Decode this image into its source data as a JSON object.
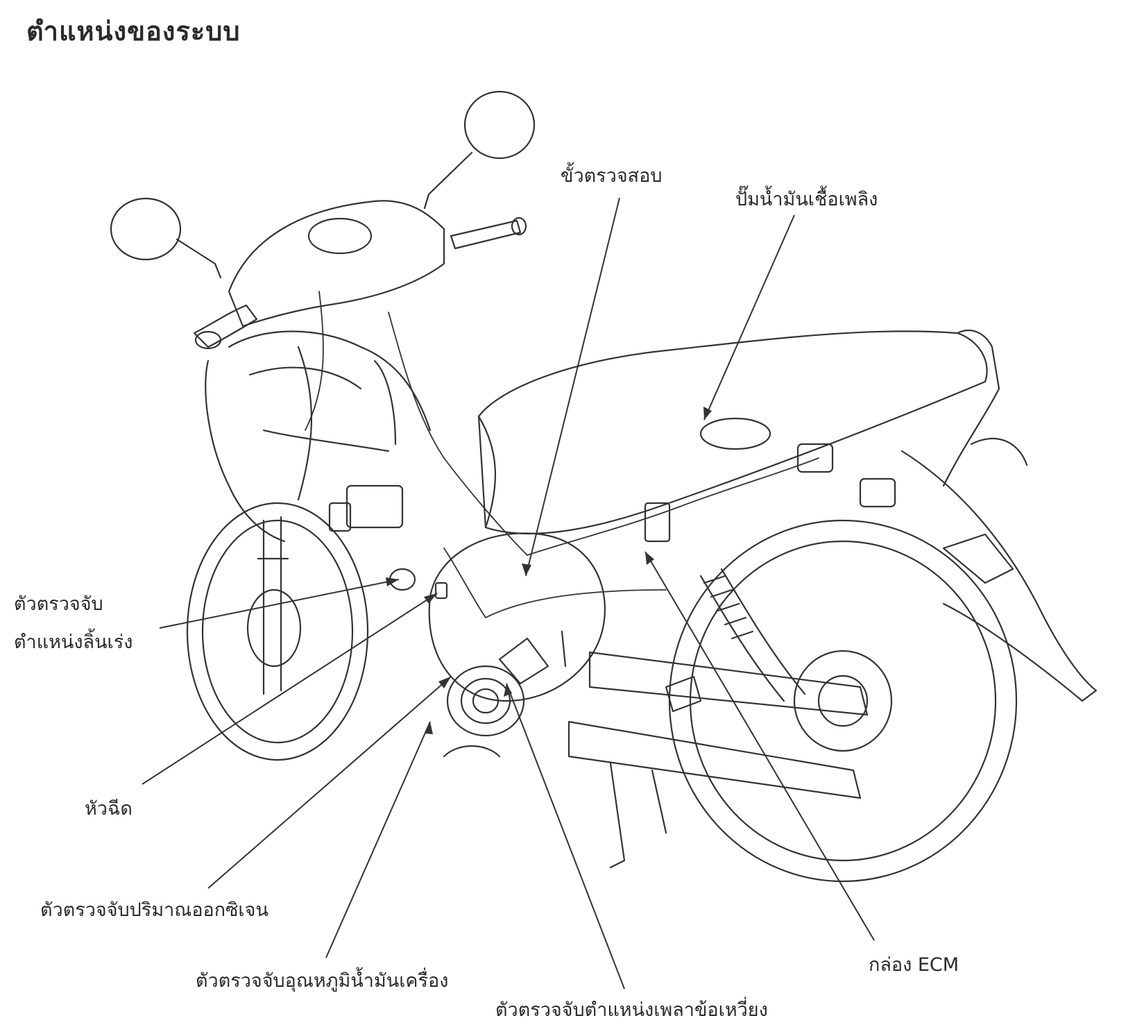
{
  "title": "ตำแหน่งของระบบ",
  "labels": {
    "test_terminal": "ขั้วตรวจสอบ",
    "fuel_pump": "ปั๊มน้ำมันเชื้อเพลิง",
    "tp_sensor_line1": "ตัวตรวจจับ",
    "tp_sensor_line2": "ตำแหน่งลิ้นเร่ง",
    "injector": "หัวฉีด",
    "o2_sensor": "ตัวตรวจจับปริมาณออกซิเจน",
    "eot_sensor": "ตัวตรวจจับอุณหภูมิน้ำมันเครื่อง",
    "ckp_sensor": "ตัวตรวจจับตำแหน่งเพลาข้อเหวี่ยง",
    "ecm": "กล่อง ECM"
  }
}
